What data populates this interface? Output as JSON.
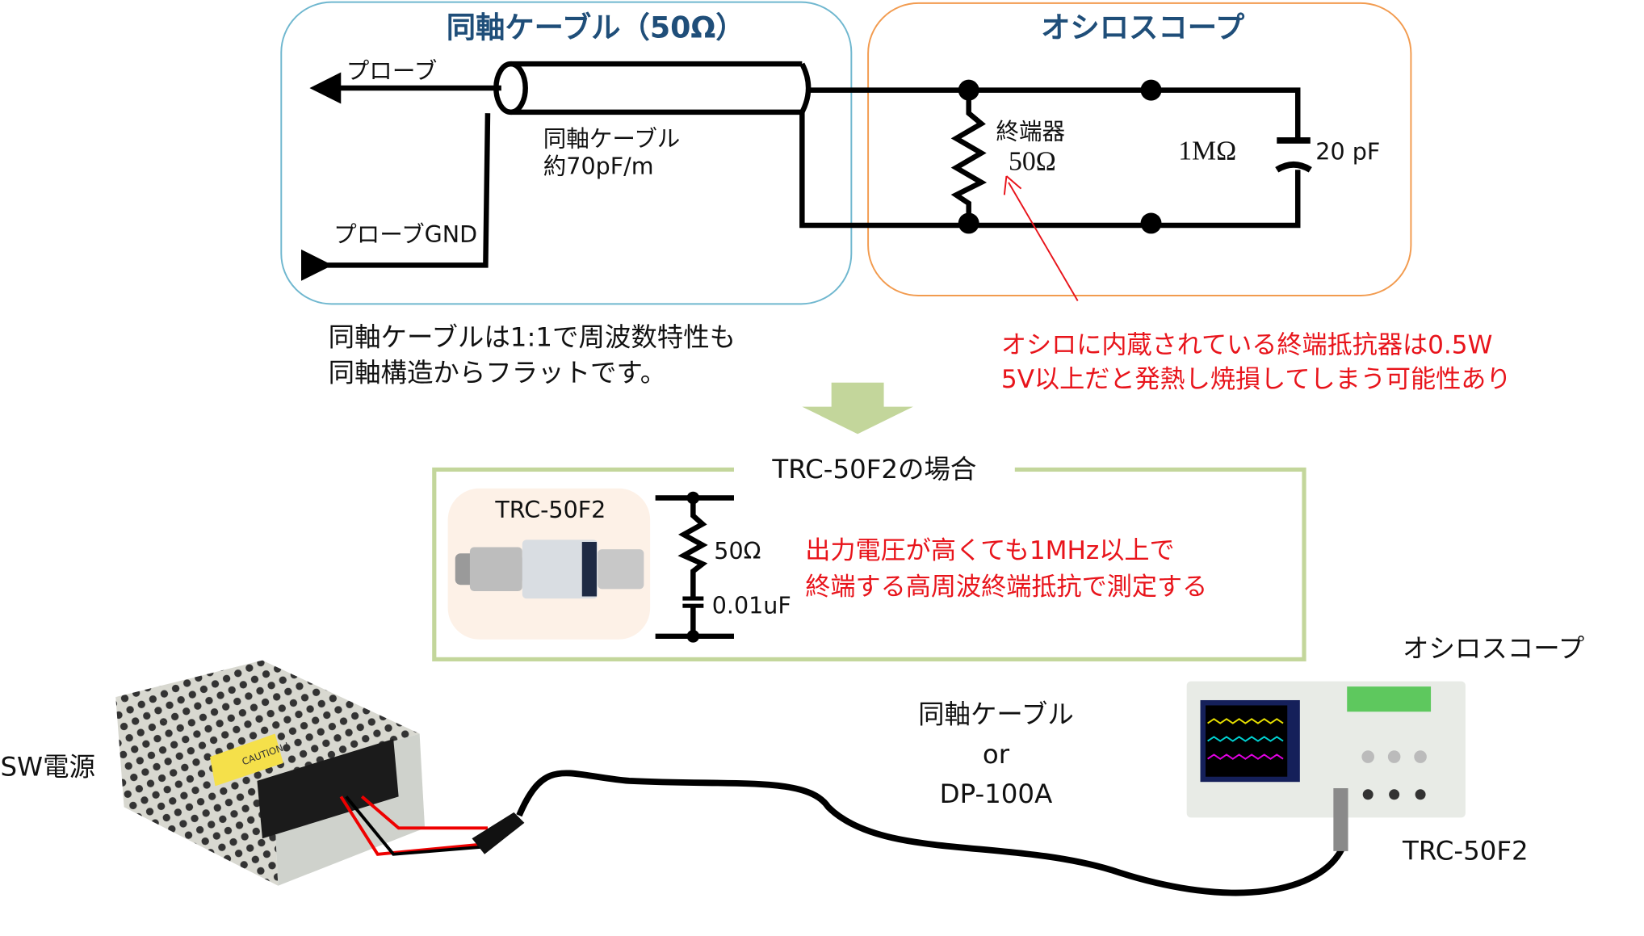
{
  "cable_box": {
    "title": "同軸ケーブル（50Ω）",
    "probe_label": "プローブ",
    "probe_gnd_label": "プローブGND",
    "cable_label": "同軸ケーブル",
    "cable_capacitance": "約70pF/m"
  },
  "scope_box": {
    "title": "オシロスコープ",
    "terminator_label": "終端器",
    "terminator_value": "50Ω",
    "input_resistance": "1MΩ",
    "input_capacitance": "20 pF"
  },
  "notes": {
    "flat_line1": "同軸ケーブルは1:1で周波数特性も",
    "flat_line2": "同軸構造からフラットです。",
    "warning_line1": "オシロに内蔵されている終端抵抗器は0.5W",
    "warning_line2": "5V以上だと発熱し焼損してしまう可能性あり"
  },
  "trc_box": {
    "title": "TRC-50F2の場合",
    "photo_label": "TRC-50F2",
    "resistor_value": "50Ω",
    "capacitor_value": "0.01uF",
    "desc_line1": "出力電圧が高くても1MHz以上で",
    "desc_line2": "終端する高周波終端抵抗で測定する"
  },
  "setup": {
    "psu_label": "SW電源",
    "scope_label": "オシロスコープ",
    "cable_line1": "同軸ケーブル",
    "cable_line2": "or",
    "cable_line3": "DP-100A",
    "terminator_label": "TRC-50F2",
    "psu_caution": "CAUTION !"
  },
  "colors": {
    "cable_box_border": "#6fb7cf",
    "scope_box_border": "#f29b4f",
    "title_blue": "#1f4e79",
    "warning_red": "#e8141b",
    "green_accent": "#c3d69b",
    "photo_bg": "#fdf1e7"
  }
}
